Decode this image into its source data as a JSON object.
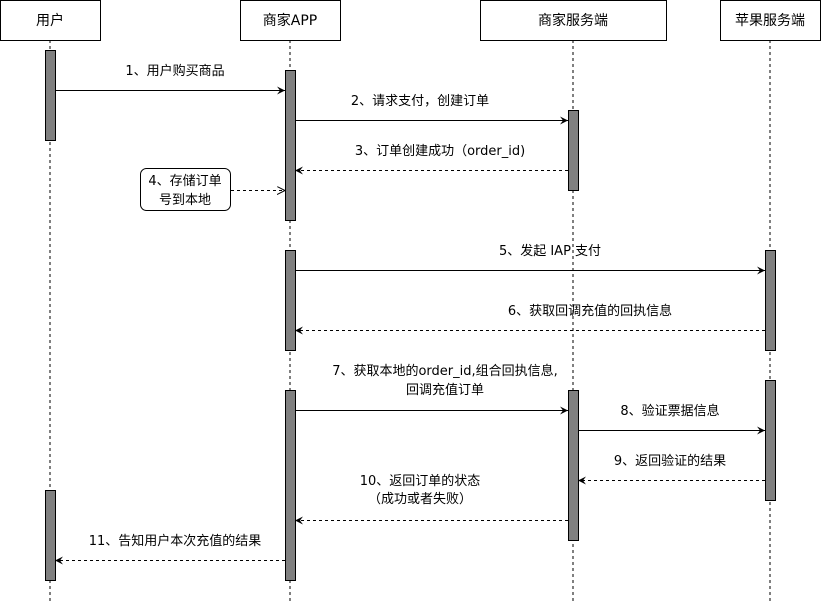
{
  "participants": [
    "用户",
    "商家APP",
    "商家服务端",
    "苹果服务端"
  ],
  "messages": [
    {
      "label": "1、用户购买商品",
      "style": "solid"
    },
    {
      "label": "2、请求支付，创建订单",
      "style": "solid"
    },
    {
      "label": "3、订单创建成功（order_id)",
      "style": "dashed"
    },
    {
      "label_lines": [
        "4、存储订单",
        "号到本地"
      ],
      "style": "dashed"
    },
    {
      "label": "5、发起 IAP 支付",
      "style": "solid"
    },
    {
      "label": "6、获取回调充值的回执信息",
      "style": "dashed"
    },
    {
      "label_lines": [
        "7、获取本地的order_id,组合回执信息,",
        "回调充值订单"
      ],
      "style": "solid"
    },
    {
      "label": "8、验证票据信息",
      "style": "solid"
    },
    {
      "label": "9、返回验证的结果",
      "style": "dashed"
    },
    {
      "label_lines": [
        "10、返回订单的状态",
        "（成功或者失败）"
      ],
      "style": "dashed"
    },
    {
      "label": "11、告知用户本次充值的结果",
      "style": "dashed"
    }
  ],
  "colors": {
    "activation": "#808080",
    "line": "#000000"
  }
}
